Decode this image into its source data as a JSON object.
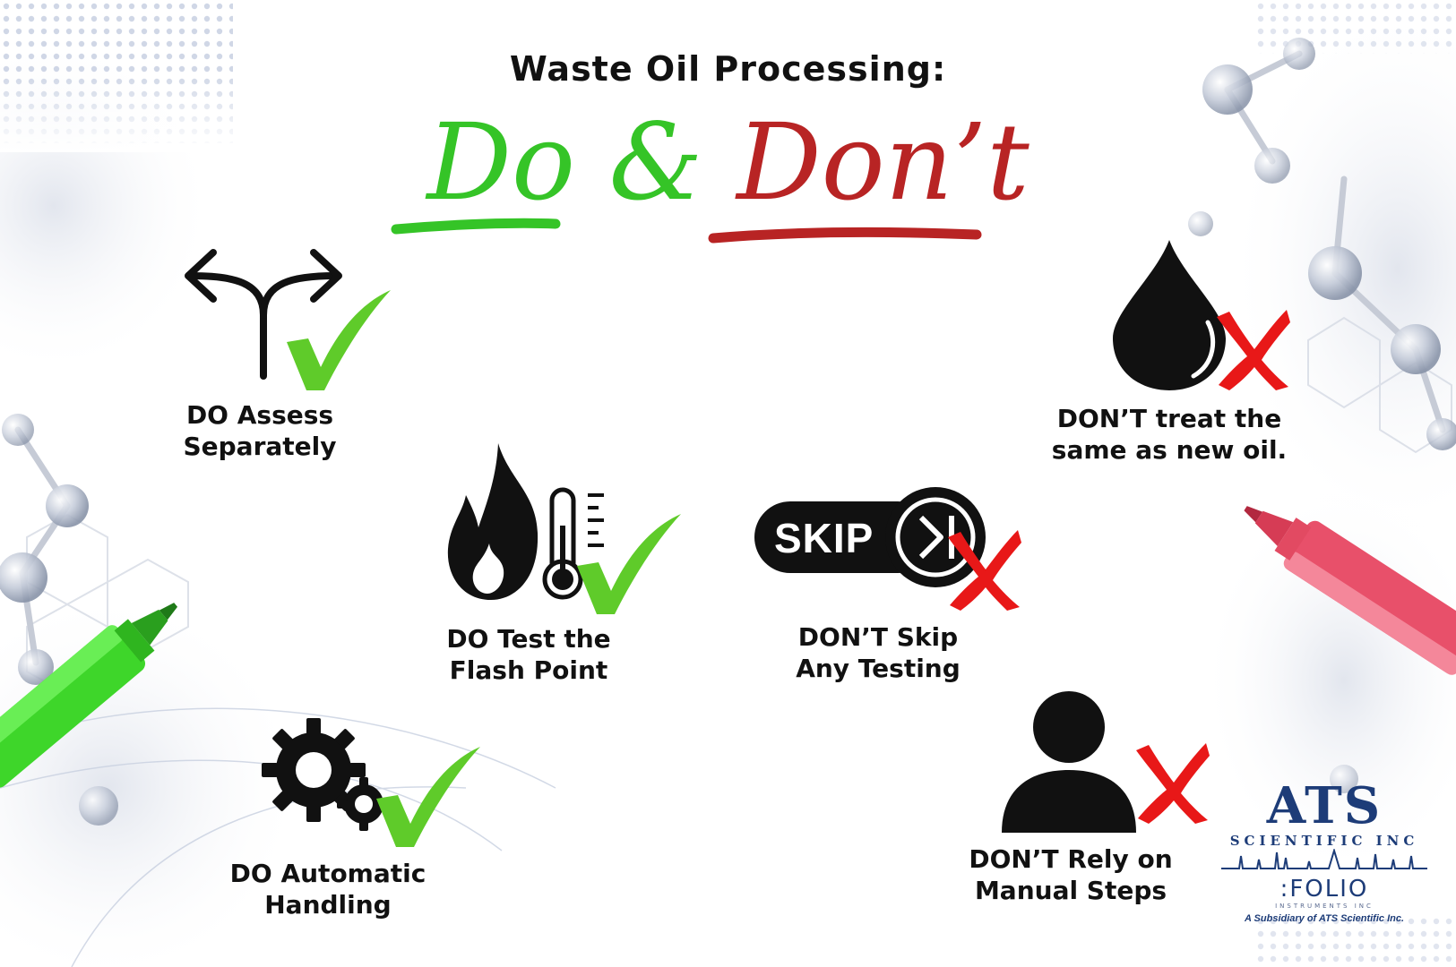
{
  "header": {
    "subtitle": "Waste Oil Processing:",
    "title_do": "Do",
    "title_amp": "&",
    "title_dont": "Don’t"
  },
  "items": [
    {
      "label_line1": "DO Assess",
      "label_line2": "Separately",
      "icon": "split-arrow-icon",
      "mark": "check"
    },
    {
      "label_line1": "DO Test the",
      "label_line2": "Flash Point",
      "icon": "flame-thermometer-icon",
      "mark": "check"
    },
    {
      "label_line1": "DO Automatic",
      "label_line2": "Handling",
      "icon": "gears-icon",
      "mark": "check"
    },
    {
      "label_line1": "DON’T treat  the",
      "label_line2": "same as new oil.",
      "icon": "oil-drop-icon",
      "mark": "cross"
    },
    {
      "label_line1": "DON’T Skip",
      "label_line2": "Any Testing",
      "icon": "skip-button-icon",
      "mark": "cross"
    },
    {
      "label_line1": "DON’T Rely on",
      "label_line2": "Manual Steps",
      "icon": "person-icon",
      "mark": "cross"
    }
  ],
  "skip_text": "SKIP",
  "logo": {
    "ats": "ATS",
    "scientific": "SCIENTIFIC INC",
    "folio": ":FOLIO",
    "instruments": "INSTRUMENTS INC",
    "subsidiary": "A Subsidiary of ATS Scientific Inc."
  },
  "colors": {
    "do_green": "#35c427",
    "dont_red": "#b82424",
    "check_green": "#5fcb2a",
    "cross_red": "#e81818",
    "logo_blue": "#1d3c78",
    "green_marker": "#3ed62a",
    "red_marker": "#e8506a"
  }
}
